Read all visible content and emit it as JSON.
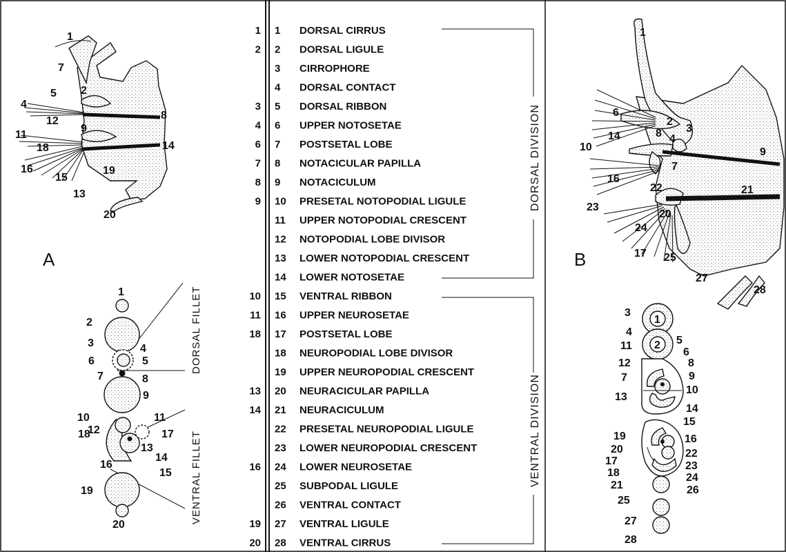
{
  "table": {
    "a_numbers": [
      "1",
      "2",
      "",
      "",
      "3",
      "4",
      "6",
      "7",
      "8",
      "9",
      "",
      "",
      "",
      "",
      "10",
      "11",
      "18",
      "",
      "",
      "13",
      "14",
      "",
      "",
      "16",
      "",
      "",
      "19",
      "20"
    ],
    "rows": [
      {
        "n": "1",
        "name": "DORSAL CIRRUS"
      },
      {
        "n": "2",
        "name": "DORSAL LIGULE"
      },
      {
        "n": "3",
        "name": "CIRROPHORE"
      },
      {
        "n": "4",
        "name": "DORSAL CONTACT"
      },
      {
        "n": "5",
        "name": "DORSAL RIBBON"
      },
      {
        "n": "6",
        "name": "UPPER NOTOSETAE"
      },
      {
        "n": "7",
        "name": "POSTSETAL LOBE"
      },
      {
        "n": "8",
        "name": "NOTACICULAR PAPILLA"
      },
      {
        "n": "9",
        "name": "NOTACICULUM"
      },
      {
        "n": "10",
        "name": "PRESETAL NOTOPODIAL LIGULE"
      },
      {
        "n": "11",
        "name": "UPPER NOTOPODIAL CRESCENT"
      },
      {
        "n": "12",
        "name": "NOTOPODIAL LOBE DIVISOR"
      },
      {
        "n": "13",
        "name": "LOWER NOTOPODIAL CRESCENT"
      },
      {
        "n": "14",
        "name": "LOWER NOTOSETAE"
      },
      {
        "n": "15",
        "name": "VENTRAL RIBBON"
      },
      {
        "n": "16",
        "name": "UPPER NEUROSETAE"
      },
      {
        "n": "17",
        "name": "POSTSETAL LOBE"
      },
      {
        "n": "18",
        "name": "NEUROPODIAL LOBE DIVISOR"
      },
      {
        "n": "19",
        "name": "UPPER NEUROPODIAL CRESCENT"
      },
      {
        "n": "20",
        "name": "NEURACICULAR PAPILLA"
      },
      {
        "n": "21",
        "name": "NEURACICULUM"
      },
      {
        "n": "22",
        "name": "PRESETAL NEUROPODIAL LIGULE"
      },
      {
        "n": "23",
        "name": "LOWER NEUROPODIAL CRESCENT"
      },
      {
        "n": "24",
        "name": "LOWER NEUROSETAE"
      },
      {
        "n": "25",
        "name": "SUBPODAL LIGULE"
      },
      {
        "n": "26",
        "name": "VENTRAL CONTACT"
      },
      {
        "n": "27",
        "name": "VENTRAL LIGULE"
      },
      {
        "n": "28",
        "name": "VENTRAL CIRRUS"
      }
    ],
    "dorsal_division": "DORSAL DIVISION",
    "ventral_division": "VENTRAL DIVISION"
  },
  "panel_a": {
    "caption": "A",
    "lateral_labels": [
      "1",
      "7",
      "2",
      "5",
      "4",
      "8",
      "12",
      "9",
      "11",
      "18",
      "14",
      "16",
      "15",
      "19",
      "13",
      "20"
    ],
    "diagram_labels": [
      "1",
      "2",
      "3",
      "4",
      "6",
      "5",
      "7",
      "8",
      "9",
      "10",
      "12",
      "11",
      "17",
      "18",
      "13",
      "14",
      "15",
      "16",
      "19",
      "20"
    ],
    "dorsal_fillet": "DORSAL FILLET",
    "ventral_fillet": "VENTRAL FILLET"
  },
  "panel_b": {
    "caption": "B",
    "lateral_labels": [
      "1",
      "6",
      "2",
      "3",
      "14",
      "8",
      "4",
      "10",
      "9",
      "7",
      "16",
      "22",
      "21",
      "23",
      "20",
      "24",
      "17",
      "25",
      "27",
      "28"
    ],
    "diagram_labels": [
      "1",
      "2",
      "3",
      "4",
      "5",
      "6",
      "11",
      "8",
      "12",
      "9",
      "7",
      "10",
      "13",
      "14",
      "15",
      "19",
      "16",
      "20",
      "22",
      "17",
      "23",
      "18",
      "24",
      "21",
      "26",
      "25",
      "27",
      "28"
    ]
  }
}
